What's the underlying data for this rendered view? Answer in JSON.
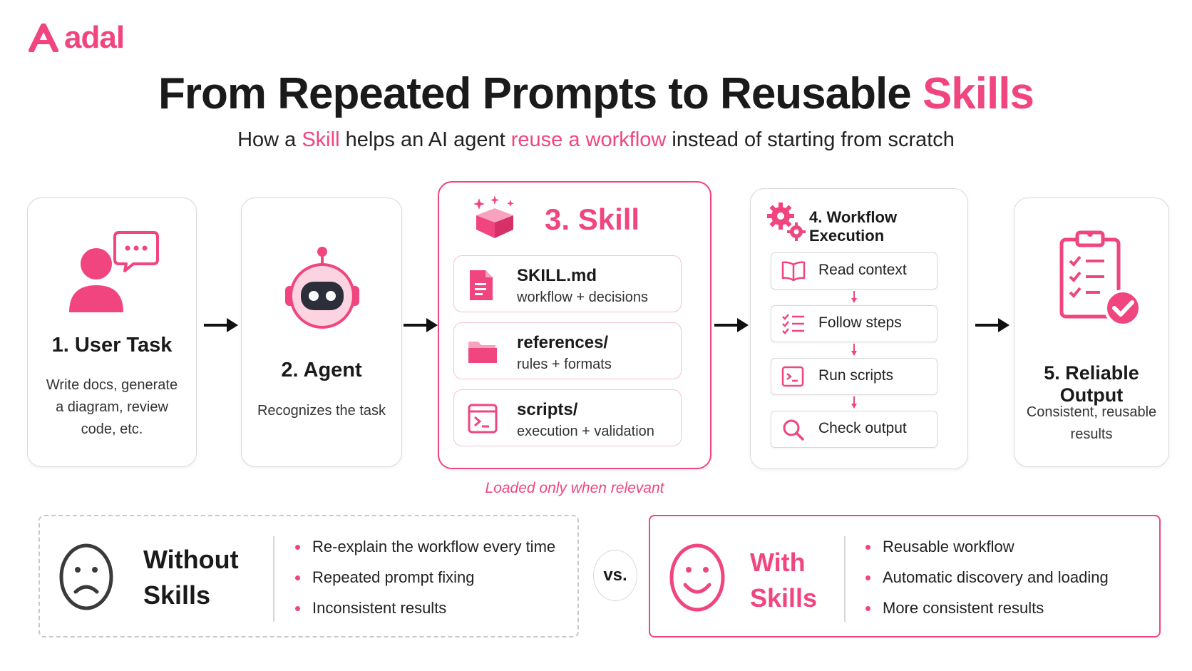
{
  "brand": {
    "name": "adal",
    "color": "#f0457e"
  },
  "header": {
    "title_main": "From Repeated Prompts to Reusable ",
    "title_accent": "Skills",
    "subtitle": {
      "p1": "How a ",
      "a1": "Skill",
      "p2": " helps an AI agent ",
      "a2": "reuse a workflow",
      "p3": " instead of starting from scratch"
    }
  },
  "steps": [
    {
      "title": "1. User Task",
      "desc": "Write docs, generate a diagram, review code, etc.",
      "icon": "user-speech-icon"
    },
    {
      "title": "2. Agent",
      "desc": "Recognizes the task",
      "icon": "robot-icon"
    },
    {
      "title": "3. Skill",
      "icon": "sparkle-box-icon",
      "items": [
        {
          "name": "SKILL.md",
          "desc": "workflow + decisions",
          "icon": "document-icon"
        },
        {
          "name": "references/",
          "desc": "rules + formats",
          "icon": "folder-icon"
        },
        {
          "name": "scripts/",
          "desc": "execution + validation",
          "icon": "terminal-icon"
        }
      ],
      "note": "Loaded only when relevant"
    },
    {
      "title": "4. Workflow Execution",
      "icon": "gears-icon",
      "items": [
        {
          "label": "Read context",
          "icon": "book-icon"
        },
        {
          "label": "Follow steps",
          "icon": "checklist-icon"
        },
        {
          "label": "Run scripts",
          "icon": "terminal-icon"
        },
        {
          "label": "Check output",
          "icon": "magnifier-icon"
        }
      ]
    },
    {
      "title": "5. Reliable Output",
      "desc": "Consistent, reusable results",
      "icon": "clipboard-check-icon"
    }
  ],
  "comparison": {
    "without": {
      "title_line1": "Without",
      "title_line2": "Skills",
      "icon": "sad-face-icon",
      "bullets": [
        "Re-explain the workflow every time",
        "Repeated prompt fixing",
        "Inconsistent results"
      ]
    },
    "vs": "vs.",
    "with": {
      "title_line1": "With",
      "title_line2": "Skills",
      "icon": "happy-face-icon",
      "bullets": [
        "Reusable workflow",
        "Automatic discovery and loading",
        "More consistent results"
      ]
    }
  }
}
